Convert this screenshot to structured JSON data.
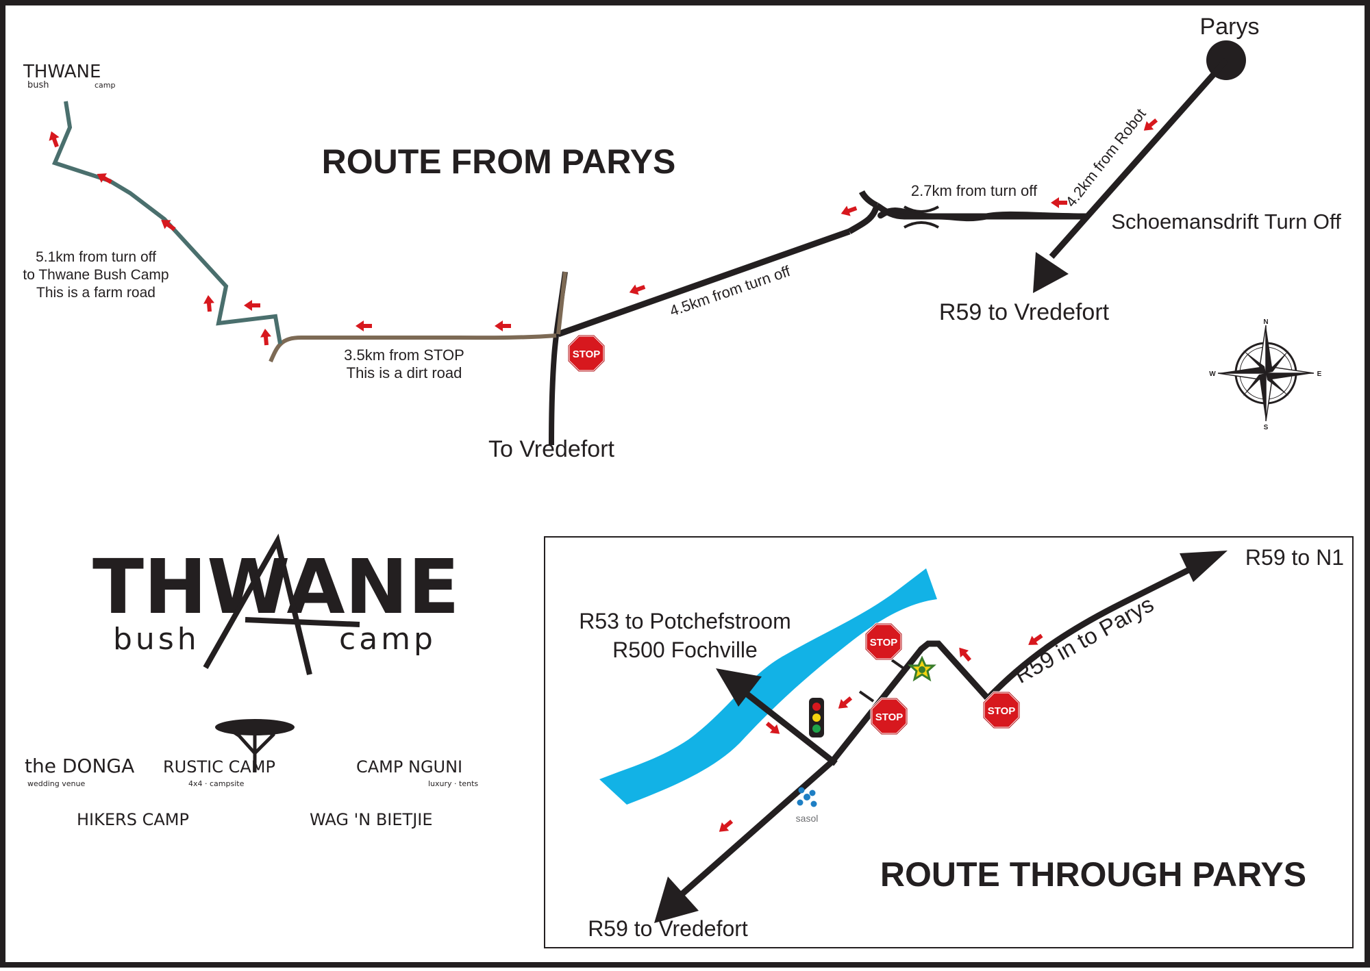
{
  "colors": {
    "border": "#231f20",
    "road": "#231f20",
    "dirt_road": "#7d6a55",
    "farm_road": "#4a6f6d",
    "arrow": "#d7181e",
    "river": "#12b2e6",
    "stop": "#d7181e"
  },
  "route_from_parys": {
    "title": "ROUTE FROM PARYS",
    "places": {
      "parys": "Parys",
      "schoemansdrift": "Schoemansdrift Turn Off",
      "r59_vredefort": "R59 to Vredefort",
      "to_vredefort": "To Vredefort"
    },
    "distances": {
      "robot": "4.2km from Robot",
      "turn_off_27": "2.7km from turn off",
      "turn_off_45": "4.5km from turn off",
      "stop_35_line1": "3.5km from STOP",
      "stop_35_line2": "This is a dirt road",
      "farm_line1": "5.1km from turn off",
      "farm_line2": "to Thwane Bush Camp",
      "farm_line3": "This is a farm road"
    },
    "stop_sign": "STOP",
    "small_logo": {
      "top": "THWANE",
      "left": "bush",
      "right": "camp"
    },
    "compass": {
      "north": "N",
      "south": "S",
      "east": "E",
      "west": "W"
    }
  },
  "brand": {
    "logo_top": "THWANE",
    "logo_left": "bush",
    "logo_right": "camp",
    "sub_logos": [
      {
        "name": "the DONGA",
        "sub": "wedding venue"
      },
      {
        "name": "RUSTIC CAMP",
        "sub": "4x4 · campsite"
      },
      {
        "name": "CAMP NGUNI",
        "sub": "luxury · tents"
      },
      {
        "name": "HIKERS CAMP",
        "sub": ""
      },
      {
        "name": "WAG 'N BIETJIE",
        "sub": ""
      }
    ]
  },
  "route_through_parys": {
    "title": "ROUTE THROUGH PARYS",
    "labels": {
      "r59_n1": "R59 to N1",
      "r59_in": "R59 in to Parys",
      "r53_line1": "R53 to Potchefstroom",
      "r53_line2": "R500 Fochville",
      "r59_vredefort": "R59 to Vredefort"
    },
    "stop_sign": "STOP",
    "sasol": "sasol"
  }
}
